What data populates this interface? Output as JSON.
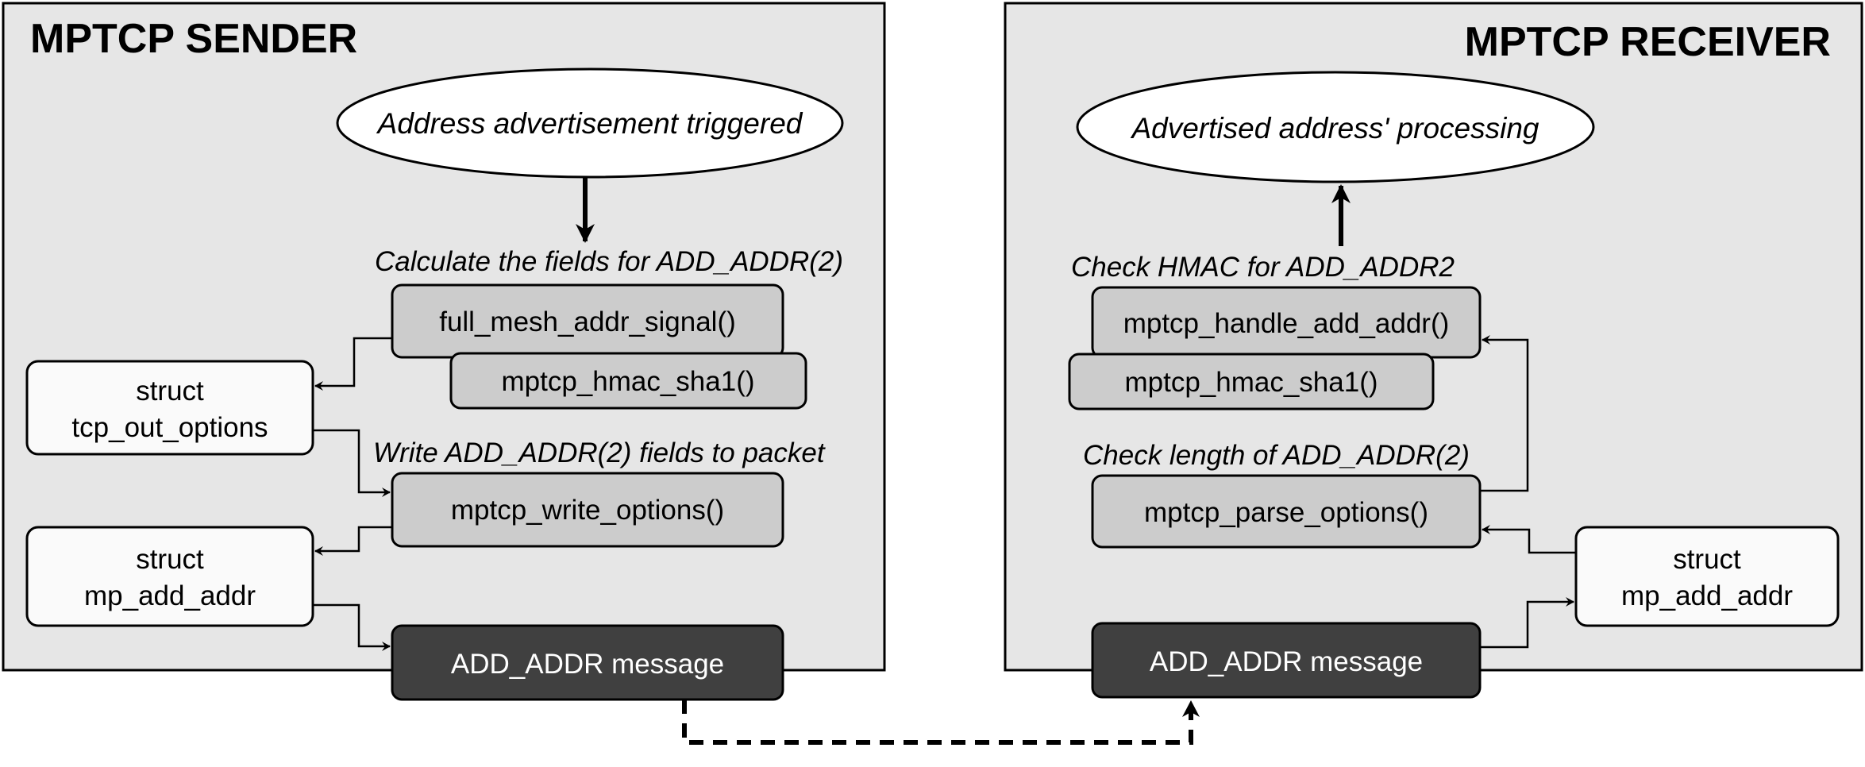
{
  "sender": {
    "title": "MPTCP SENDER",
    "trigger": "Address advertisement triggered",
    "caption_calc": "Calculate the fields for ADD_ADDR(2)",
    "fn_signal": "full_mesh_addr_signal()",
    "fn_hmac": "mptcp_hmac_sha1()",
    "struct_tcp_line1": "struct",
    "struct_tcp_line2": "tcp_out_options",
    "caption_write": "Write ADD_ADDR(2) fields to packet",
    "fn_write": "mptcp_write_options()",
    "struct_mp_line1": "struct",
    "struct_mp_line2": "mp_add_addr",
    "message": "ADD_ADDR message"
  },
  "receiver": {
    "title": "MPTCP RECEIVER",
    "processing": "Advertised address' processing",
    "caption_hmac": "Check HMAC for ADD_ADDR2",
    "fn_handle": "mptcp_handle_add_addr()",
    "fn_hmac": "mptcp_hmac_sha1()",
    "caption_length": "Check length of ADD_ADDR(2)",
    "fn_parse": "mptcp_parse_options()",
    "struct_mp_line1": "struct",
    "struct_mp_line2": "mp_add_addr",
    "message": "ADD_ADDR message"
  },
  "colors": {
    "panel_bg": "#e6e6e6",
    "function_box": "#cccccc",
    "struct_box": "#fafafa",
    "message_box": "#404040",
    "stroke": "#000000"
  }
}
